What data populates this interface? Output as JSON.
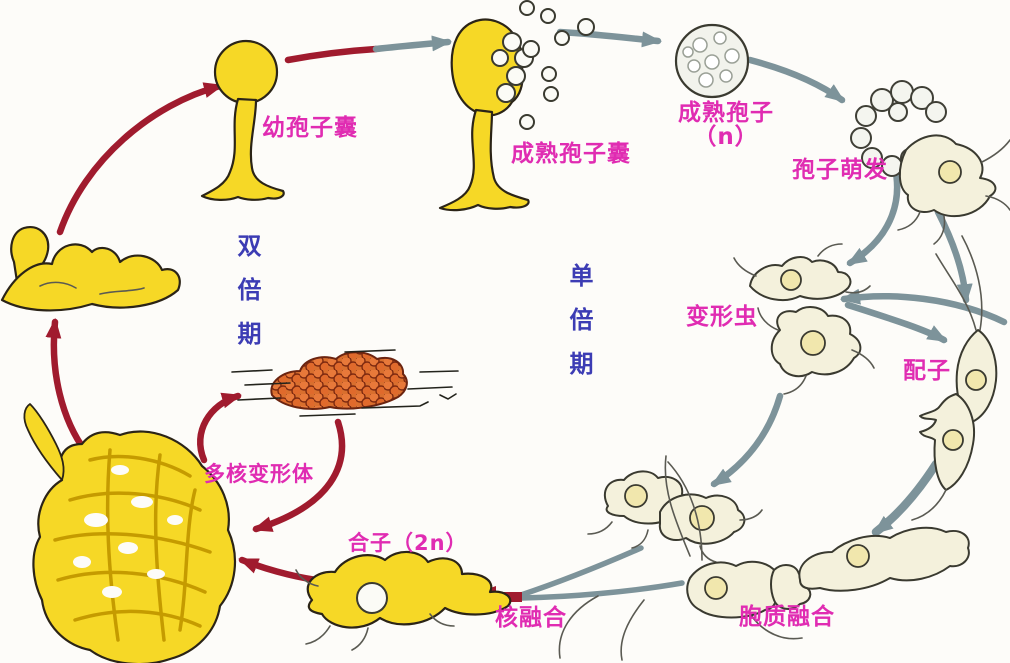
{
  "labels": {
    "young_sporangium": "幼孢子囊",
    "mature_sporangium": "成熟孢子囊",
    "mature_spores": "成熟孢子",
    "mature_spores_ploidy": "（n）",
    "spore_germination": "孢子萌发",
    "amoeba": "变形虫",
    "gamete": "配子",
    "plasmogamy": "胞质融合",
    "karyogamy": "核融合",
    "zygote": "合子（2n）",
    "plasmodium": "多核变形体"
  },
  "phases": {
    "diploid": "双倍期",
    "haploid": "单倍期"
  },
  "colors": {
    "label_magenta": "#e02cb2",
    "phase_blue": "#3c3cb4",
    "diploid_arrow_red": "#a01b2e",
    "haploid_arrow_gray": "#7d939a",
    "cell_yellow": "#f6d826",
    "cell_cream": "#f4f1dc",
    "spore_mass_orange": "#e8793a",
    "background": "#fdfcf9"
  }
}
